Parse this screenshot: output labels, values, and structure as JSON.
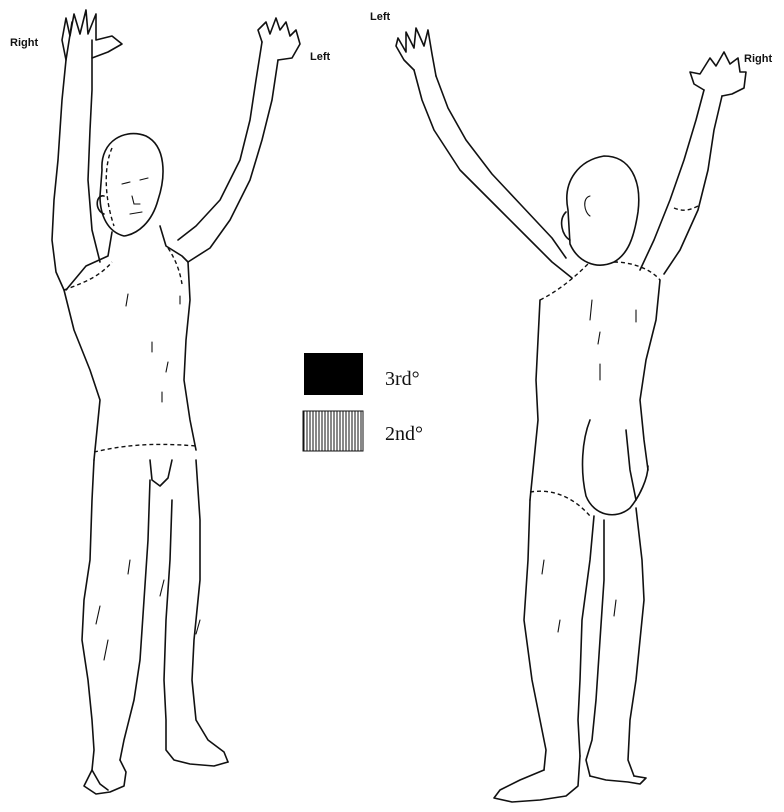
{
  "front_figure": {
    "label_right": "Right",
    "label_left": "Left"
  },
  "back_figure": {
    "label_left": "Left",
    "label_right": "Right"
  },
  "legend": {
    "items": [
      {
        "label": "3rd°",
        "swatch": "solid",
        "color": "#000000"
      },
      {
        "label": "2nd°",
        "swatch": "vertical-hatch",
        "color": "#000000"
      }
    ]
  }
}
